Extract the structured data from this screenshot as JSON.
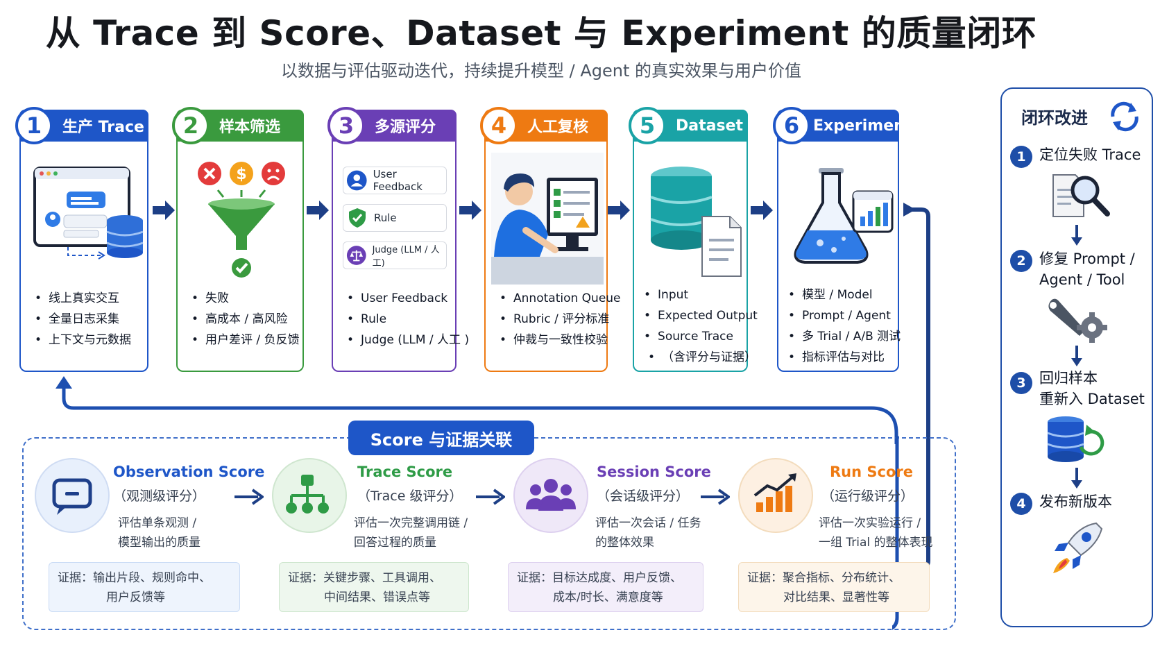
{
  "title": "从 Trace 到 Score、Dataset 与 Experiment 的质量闭环",
  "subtitle": "以数据与评估驱动迭代，持续提升模型 / Agent 的真实效果与用户价值",
  "stages": [
    {
      "num": "1",
      "title": "生产 Trace",
      "color": "#1e56c8",
      "bullets": [
        "线上真实交互",
        "全量日志采集",
        "上下文与元数据"
      ]
    },
    {
      "num": "2",
      "title": "样本筛选",
      "color": "#3a9a3e",
      "bullets": [
        "失败",
        "高成本 / 高风险",
        "用户差评 / 负反馈"
      ]
    },
    {
      "num": "3",
      "title": "多源评分",
      "color": "#6a3fb5",
      "bullets": [
        "User Feedback",
        "Rule",
        "Judge (LLM / 人工 )"
      ],
      "chips": [
        "User Feedback",
        "Rule",
        "Judge (LLM / 人工)"
      ]
    },
    {
      "num": "4",
      "title": "人工复核",
      "color": "#ee7a12",
      "bullets": [
        "Annotation Queue",
        "Rubric / 评分标准",
        "仲裁与一致性校验"
      ]
    },
    {
      "num": "5",
      "title": "Dataset",
      "color": "#1aa3a6",
      "bullets": [
        "Input",
        "Expected Output",
        "Source Trace",
        "（含评分与证据）"
      ]
    },
    {
      "num": "6",
      "title": "Experiment",
      "color": "#1e56c8",
      "bullets": [
        "模型 / Model",
        "Prompt / Agent",
        "多 Trial / A/B 测试",
        "指标评估与对比"
      ]
    }
  ],
  "loop": {
    "title": "闭环改进",
    "steps": [
      {
        "num": "1",
        "label_lines": [
          "定位失败 Trace"
        ]
      },
      {
        "num": "2",
        "label_lines": [
          "修复 Prompt /",
          "Agent / Tool"
        ]
      },
      {
        "num": "3",
        "label_lines": [
          "回归样本",
          "重新入 Dataset"
        ]
      },
      {
        "num": "4",
        "label_lines": [
          "发布新版本"
        ]
      }
    ]
  },
  "score_section": {
    "banner": "Score 与证据关联",
    "items": [
      {
        "title": "Observation Score",
        "sub": "（观测级评分）",
        "color": "#1e56c8",
        "bg": "#e8f0fc",
        "desc": [
          "评估单条观测 /",
          "模型输出的质量"
        ],
        "evidence": [
          "证据：输出片段、规则命中、",
          "用户反馈等"
        ],
        "evidence_bg": "#eef4fd",
        "evidence_border": "#c9dbf5"
      },
      {
        "title": "Trace Score",
        "sub": "（Trace 级评分）",
        "color": "#3a9a3e",
        "bg": "#e8f5e8",
        "desc": [
          "评估一次完整调用链 /",
          "回答过程的质量"
        ],
        "evidence": [
          "证据：关键步骤、工具调用、",
          "中间结果、错误点等"
        ],
        "evidence_bg": "#eef7ee",
        "evidence_border": "#cde6cd"
      },
      {
        "title": "Session Score",
        "sub": "（会话级评分）",
        "color": "#6a3fb5",
        "bg": "#efe8f8",
        "desc": [
          "评估一次会话 / 任务",
          "的整体效果"
        ],
        "evidence": [
          "证据：目标达成度、用户反馈、",
          "成本/时长、满意度等"
        ],
        "evidence_bg": "#f3eefa",
        "evidence_border": "#ddd0ef"
      },
      {
        "title": "Run Score",
        "sub": "（运行级评分）",
        "color": "#ee7a12",
        "bg": "#fdf0e2",
        "desc": [
          "评估一次实验运行 /",
          "一组 Trial 的整体表现"
        ],
        "evidence": [
          "证据：聚合指标、分布统计、",
          "对比结果、显著性等"
        ],
        "evidence_bg": "#fdf5ea",
        "evidence_border": "#f3dcbd"
      }
    ]
  }
}
